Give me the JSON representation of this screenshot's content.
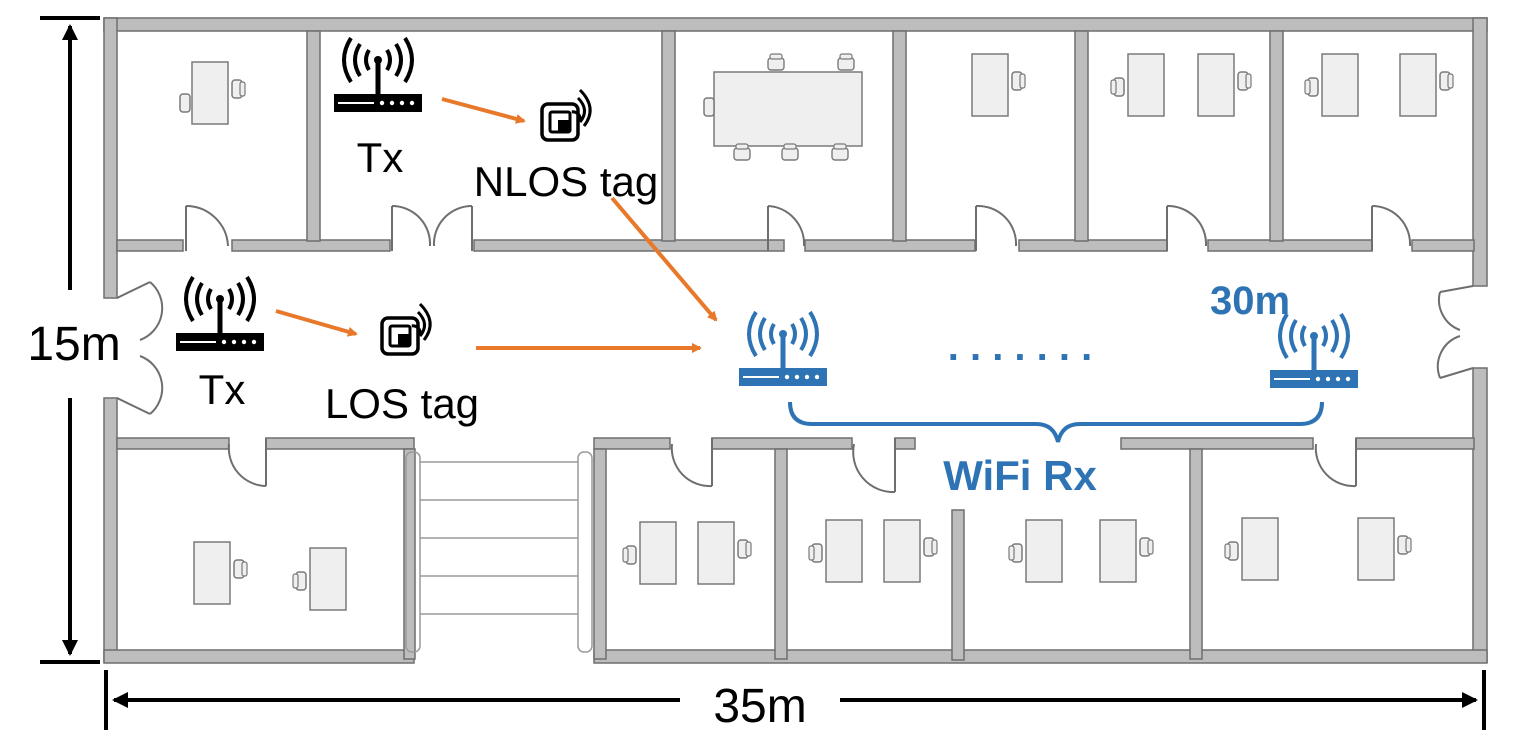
{
  "dimensions": {
    "height_label": "15m",
    "width_label": "35m",
    "rx_span_label": "30m"
  },
  "devices": {
    "tx_nlos_label": "Tx",
    "tx_los_label": "Tx",
    "nlos_tag_label": "NLOS tag",
    "los_tag_label": "LOS tag",
    "rx_group_label": "WiFi Rx",
    "rx_ellipsis": ". . . . . . ."
  },
  "icons": {
    "transmitter": "router-antenna-icon",
    "backscatter_tag": "rfid-tag-icon",
    "receiver": "router-antenna-icon"
  },
  "colors": {
    "wall": "#b8b8b8",
    "wall_stroke": "#6e6e6e",
    "furniture": "#efefef",
    "signal_arrow": "#e8782a",
    "receiver": "#2e74b5",
    "text": "#000000"
  }
}
